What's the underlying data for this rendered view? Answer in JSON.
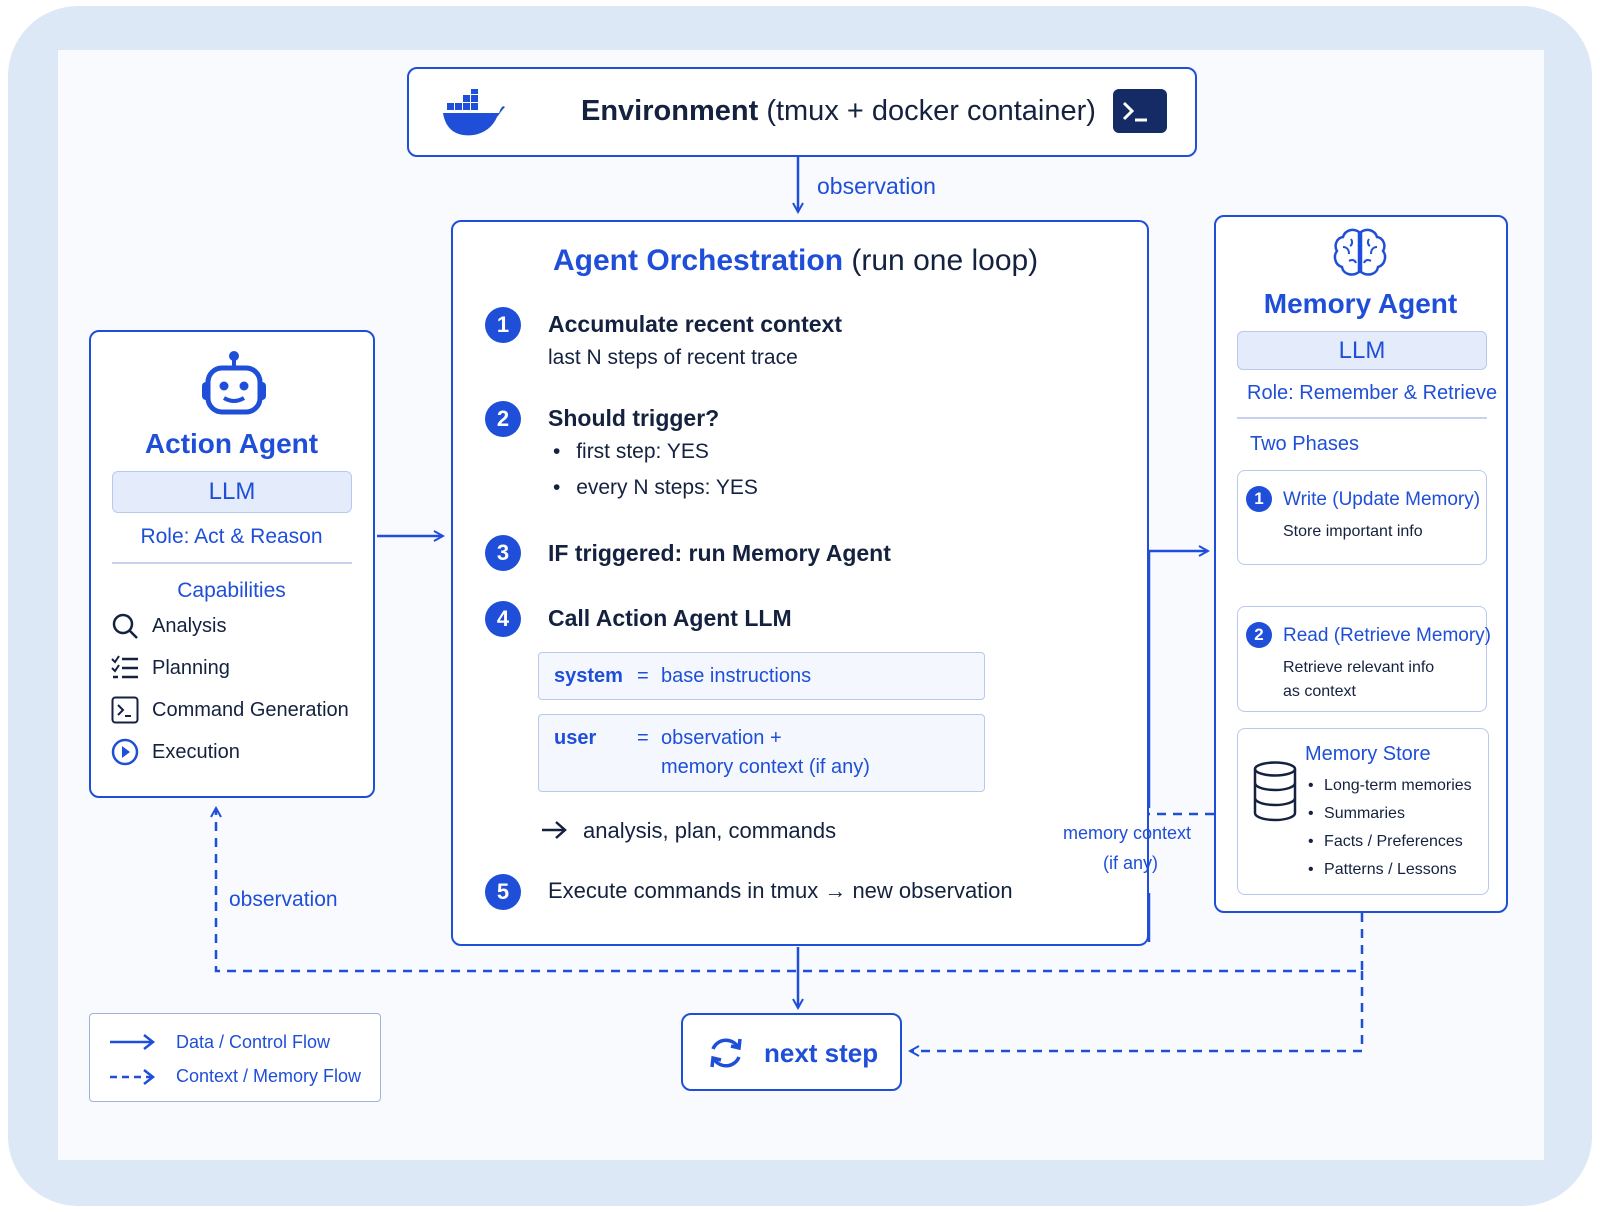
{
  "environment": {
    "title": "Environment",
    "subtitle": "(tmux + docker container)"
  },
  "edges": {
    "env_to_orch": "observation",
    "loop_to_action": "observation",
    "memory_to_user": "memory context",
    "memory_to_user_2": "(if any)"
  },
  "orchestration": {
    "title": "Agent Orchestration",
    "subtitle": "(run one loop)",
    "steps": [
      {
        "num": "1",
        "title": "Accumulate recent context",
        "detail": "last N steps of recent trace"
      },
      {
        "num": "2",
        "title": "Should trigger?",
        "bullets": [
          "first step: YES",
          "every N steps: YES"
        ]
      },
      {
        "num": "3",
        "title": "IF triggered: run Memory Agent"
      },
      {
        "num": "4",
        "title": "Call Action Agent LLM"
      },
      {
        "num": "5",
        "title": "Execute commands in tmux → new observation"
      }
    ],
    "system_key": "system",
    "system_eq": "=",
    "system_val": "base instructions",
    "user_key": "user",
    "user_eq": "=",
    "user_val_1": "observation +",
    "user_val_2": "memory context (if any)",
    "result": "analysis, plan, commands"
  },
  "action_agent": {
    "title": "Action Agent",
    "llm": "LLM",
    "role": "Role: Act & Reason",
    "cap_title": "Capabilities",
    "capabilities": [
      {
        "label": "Analysis",
        "icon": "search-icon"
      },
      {
        "label": "Planning",
        "icon": "checklist-icon"
      },
      {
        "label": "Command Generation",
        "icon": "terminal-icon"
      },
      {
        "label": "Execution",
        "icon": "play-icon"
      }
    ]
  },
  "memory_agent": {
    "title": "Memory Agent",
    "llm": "LLM",
    "role": "Role: Remember & Retrieve",
    "phases_title": "Two Phases",
    "phase1": {
      "num": "1",
      "title": "Write (Update Memory)",
      "detail": "Store important info"
    },
    "phase2": {
      "num": "2",
      "title": "Read (Retrieve Memory)",
      "detail1": "Retrieve relevant info",
      "detail2": "as context"
    },
    "store": {
      "title": "Memory Store",
      "items": [
        "Long-term memories",
        "Summaries",
        "Facts / Preferences",
        "Patterns / Lessons"
      ]
    }
  },
  "next_step": "next step",
  "legend": {
    "solid": "Data / Control Flow",
    "dashed": "Context / Memory Flow"
  },
  "colors": {
    "accent": "#1f4fd8",
    "frame": "#dde8f6",
    "text": "#14223f"
  }
}
